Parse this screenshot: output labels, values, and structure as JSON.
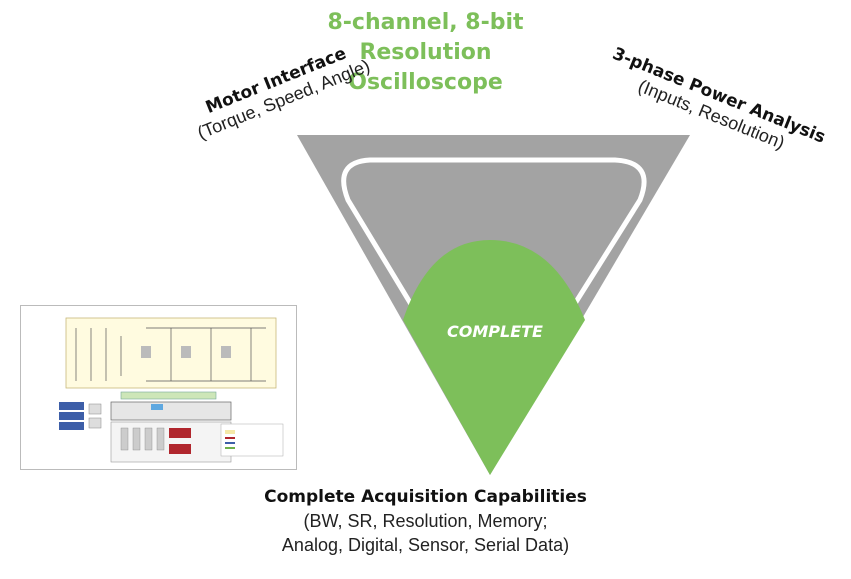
{
  "top_title": {
    "line1": "8-channel, 8-bit",
    "line2": "Resolution",
    "line3": "Oscilloscope"
  },
  "left_label": {
    "title": "Motor Interface",
    "subtitle": "(Torque, Speed, Angle)"
  },
  "right_label": {
    "title": "3-phase Power Analysis",
    "subtitle": "(Inputs, Resolution)"
  },
  "center_label": "COMPLETE",
  "bottom": {
    "title": "Complete Acquisition Capabilities",
    "line1": "(BW, SR, Resolution, Memory;",
    "line2": "Analog, Digital, Sensor, Serial Data)"
  },
  "colors": {
    "funnel_gray": "#a3a3a3",
    "green": "#7dbf5a",
    "white": "#ffffff"
  }
}
